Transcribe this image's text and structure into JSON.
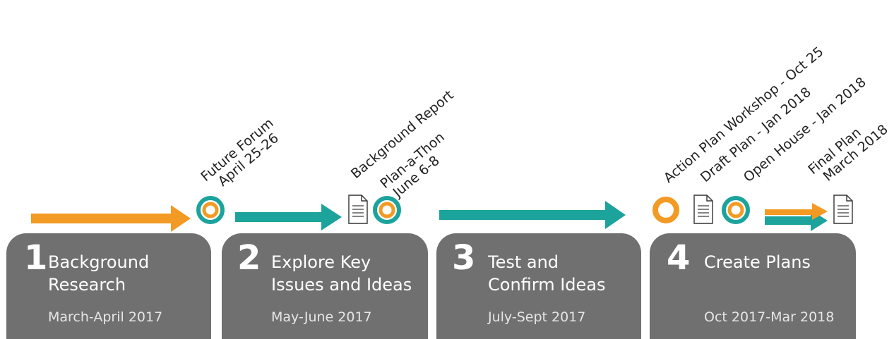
{
  "phases": [
    {
      "number": "1",
      "title": "Background\nResearch",
      "dates": "March-April 2017"
    },
    {
      "number": "2",
      "title": "Explore Key\nIssues and Ideas",
      "dates": "May-June 2017"
    },
    {
      "number": "3",
      "title": "Test and\nConfirm Ideas",
      "dates": "July-Sept 2017"
    },
    {
      "number": "4",
      "title": "Create Plans",
      "dates": "Oct 2017-Mar 2018"
    }
  ],
  "milestones": {
    "future_forum": {
      "line1": "Future Forum",
      "line2": "April 25-26"
    },
    "background_report": {
      "line1": "Background Report"
    },
    "plan_a_thon": {
      "line1": "Plan-a-Thon",
      "line2": "June 6-8"
    },
    "action_plan_workshop": {
      "line1": "Action Plan Workshop - Oct 25"
    },
    "draft_plan": {
      "line1": "Draft Plan - Jan 2018"
    },
    "open_house": {
      "line1": "Open House - Jan 2018"
    },
    "final_plan": {
      "line1": "Final Plan",
      "line2": "March 2018"
    }
  },
  "colors": {
    "orange": "#F39A24",
    "teal": "#1BA39C",
    "phase_box": "#707070"
  },
  "icons": [
    "document-icon",
    "event-circle-icon",
    "arrow-icon"
  ]
}
